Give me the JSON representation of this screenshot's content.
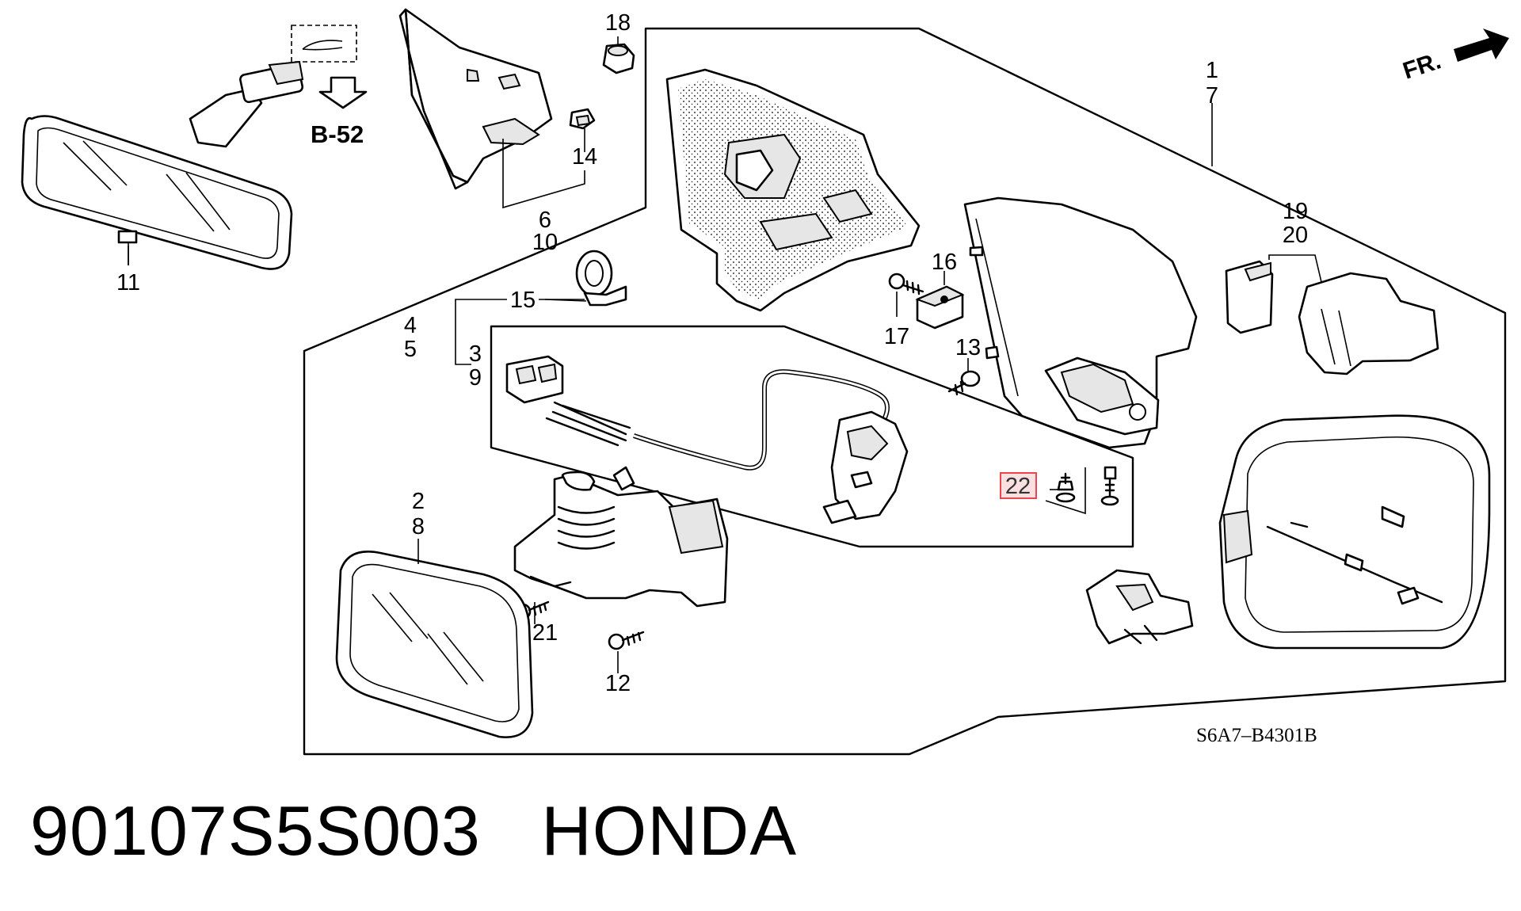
{
  "caption": {
    "part_number": "90107S5S003",
    "brand": "HONDA"
  },
  "diagram": {
    "code": "S6A7–B4301B",
    "ref_page": "B-52",
    "direction_label": "FR.",
    "highlight_color": "#e8474f",
    "callouts": [
      {
        "id": "c1",
        "text": "1"
      },
      {
        "id": "c7",
        "text": "7"
      },
      {
        "id": "c18",
        "text": "18"
      },
      {
        "id": "c14",
        "text": "14"
      },
      {
        "id": "c6",
        "text": "6"
      },
      {
        "id": "c10",
        "text": "10"
      },
      {
        "id": "c11",
        "text": "11"
      },
      {
        "id": "c15",
        "text": "15"
      },
      {
        "id": "c4",
        "text": "4"
      },
      {
        "id": "c5",
        "text": "5"
      },
      {
        "id": "c3",
        "text": "3"
      },
      {
        "id": "c9",
        "text": "9"
      },
      {
        "id": "c16",
        "text": "16"
      },
      {
        "id": "c17",
        "text": "17"
      },
      {
        "id": "c13",
        "text": "13"
      },
      {
        "id": "c19",
        "text": "19"
      },
      {
        "id": "c20",
        "text": "20"
      },
      {
        "id": "c22",
        "text": "22"
      },
      {
        "id": "c2",
        "text": "2"
      },
      {
        "id": "c8",
        "text": "8"
      },
      {
        "id": "c21",
        "text": "21"
      },
      {
        "id": "c12",
        "text": "12"
      }
    ]
  }
}
